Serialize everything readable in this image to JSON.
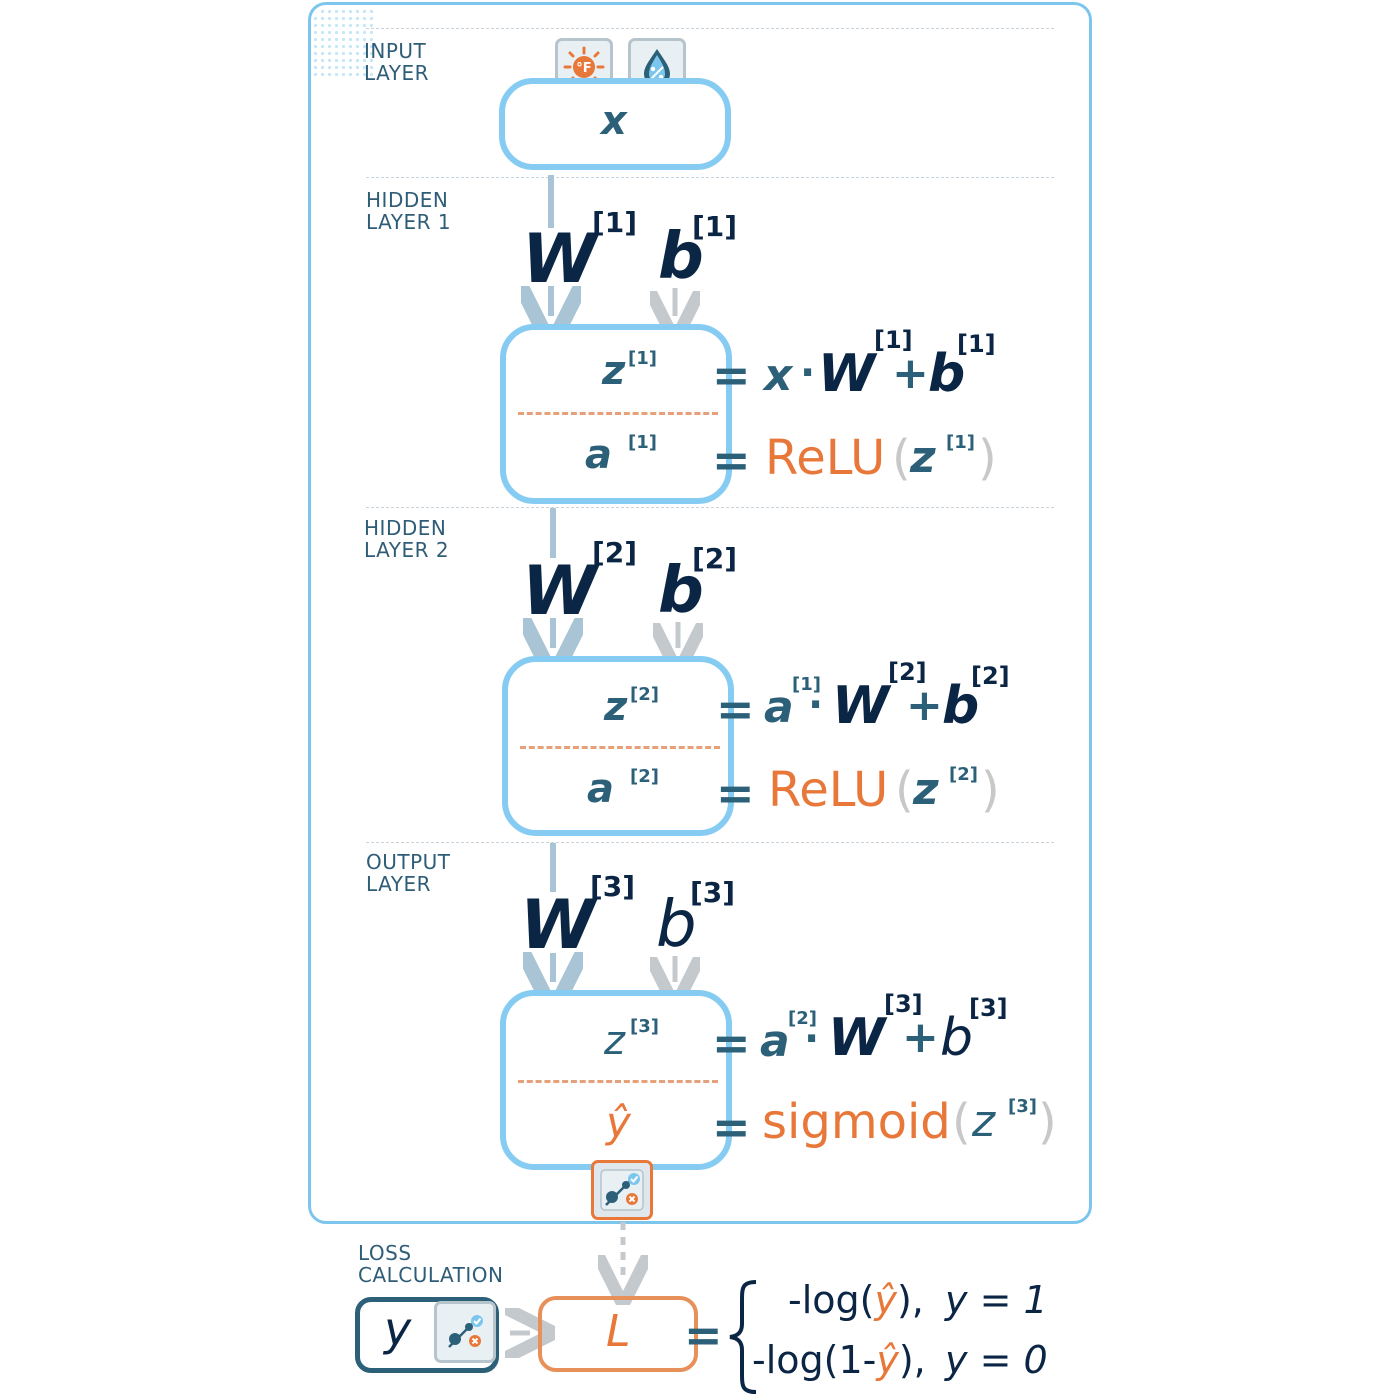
{
  "labels": {
    "input": "INPUT\nLAYER",
    "hidden1": "HIDDEN\nLAYER 1",
    "hidden2": "HIDDEN\nLAYER 2",
    "output": "OUTPUT\nLAYER",
    "loss": "LOSS\nCALCULATION"
  },
  "symbols": {
    "x": "x",
    "W": "W",
    "b": "b",
    "z": "z",
    "a": "a",
    "y": "y",
    "yhat": "ŷ",
    "L": "L",
    "eq": "=",
    "dot": "·",
    "plus": "+",
    "relu": "ReLU",
    "sigmoid": "sigmoid",
    "lparen": "(",
    "rparen": ")"
  },
  "layers": [
    {
      "sup": "[1]",
      "prev": "x",
      "prev_sup": "",
      "activation": "ReLU",
      "out": "a",
      "out_sup": "[1]"
    },
    {
      "sup": "[2]",
      "prev": "a",
      "prev_sup": "[1]",
      "activation": "ReLU",
      "out": "a",
      "out_sup": "[2]"
    },
    {
      "sup": "[3]",
      "prev": "a",
      "prev_sup": "[2]",
      "activation": "sigmoid",
      "out": "ŷ",
      "out_sup": ""
    }
  ],
  "loss": {
    "case1_expr": "-log(",
    "case1_var": "ŷ",
    "case1_tail": "),",
    "case1_cond": "y = 1",
    "case2_expr": "-log(1-",
    "case2_var": "ŷ",
    "case2_tail": "),",
    "case2_cond": "y = 0"
  },
  "icons": [
    "thermometer-sun-icon",
    "humidity-drop-icon",
    "prediction-icon",
    "prediction-icon"
  ],
  "colors": {
    "frame": "#7cc6ee",
    "navy": "#0b2545",
    "teal": "#2c6079",
    "orange": "#e8783a",
    "loss_box": "#e8905a",
    "y_box": "#2c6079"
  }
}
